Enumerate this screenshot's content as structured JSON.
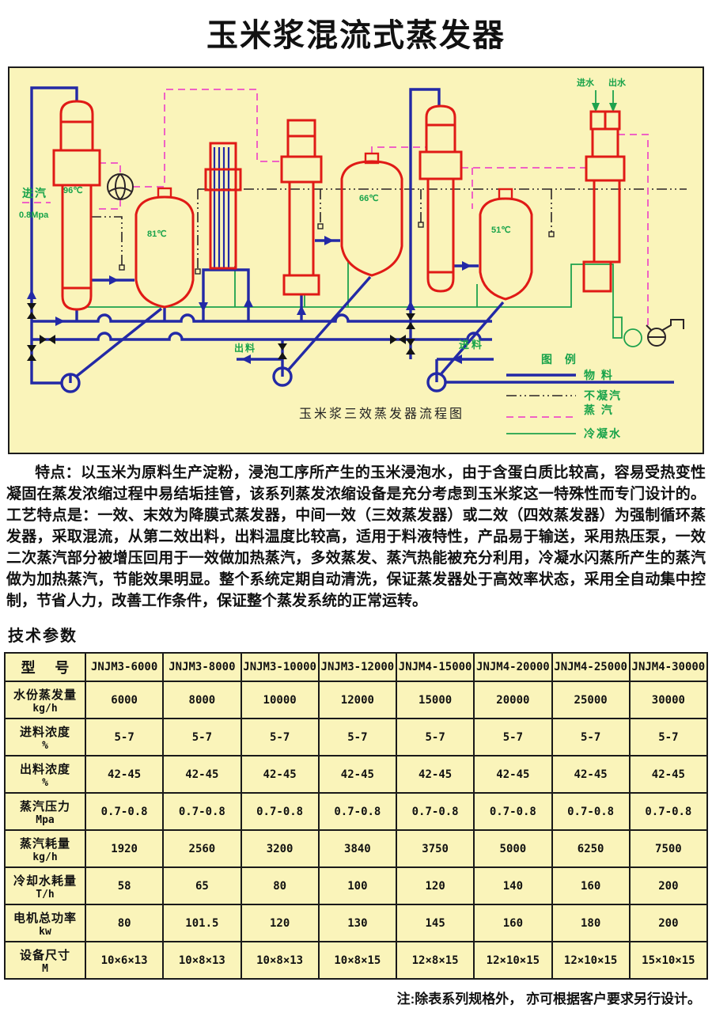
{
  "page": {
    "title": "玉米浆混流式蒸发器"
  },
  "diagram": {
    "caption": "玉米浆三效蒸发器流程图",
    "labels": {
      "steam_in": "进汽",
      "steam_pressure": "0.8Mpa",
      "temp_effect1": "96℃",
      "temp_effect2": "81℃",
      "temp_effect3": "66℃",
      "temp_effect4": "51℃",
      "water_in": "进水",
      "water_out": "出水",
      "discharge": "出料",
      "feed": "进料"
    },
    "legend": {
      "title": "图 例",
      "items": [
        {
          "label": "物 料",
          "line": "solid-blue",
          "color": "#2329a6"
        },
        {
          "label": "不凝汽",
          "line": "dashdot-black",
          "color": "#2a2326"
        },
        {
          "label": "蒸 汽",
          "line": "dashed-pink",
          "color": "#ef62c4"
        },
        {
          "label": "冷凝水",
          "line": "solid-green",
          "color": "#1ea24d"
        }
      ]
    },
    "colors": {
      "background": "#faf4ba",
      "equipment": "#e01a16",
      "material": "#2329a6",
      "steam": "#ef62c4",
      "condensate": "#1ea24d",
      "noncondensable": "#2a2326"
    }
  },
  "features": {
    "label": "特点：",
    "text": "以玉米为原料生产淀粉，浸泡工序所产生的玉米浸泡水，由于含蛋白质比较高，容易受热变性凝固在蒸发浓缩过程中易结垢挂管，该系列蒸发浓缩设备是充分考虑到玉米浆这一特殊性而专门设计的。工艺特点是：一效、末效为降膜式蒸发器，中间一效（三效蒸发器）或二效（四效蒸发器）为强制循环蒸发器，采取混流，从第二效出料，出料温度比较高，适用于料液特性，产品易于输送，采用热压泵，一效二次蒸汽部分被增压回用于一效做加热蒸汽，多效蒸发、蒸汽热能被充分利用，冷凝水闪蒸所产生的蒸汽做为加热蒸汽，节能效果明显。整个系统定期自动清洗，保证蒸发器处于高效率状态，采用全自动集中控制，节省人力，改善工作条件，保证整个蒸发系统的正常运转。"
  },
  "specs": {
    "heading": "技术参数",
    "table": {
      "param_header": "型 号",
      "models": [
        "JNJM3-6000",
        "JNJM3-8000",
        "JNJM3-10000",
        "JNJM3-12000",
        "JNJM4-15000",
        "JNJM4-20000",
        "JNJM4-25000",
        "JNJM4-30000"
      ],
      "rows": [
        {
          "param": "水份蒸发量",
          "unit": "kg/h",
          "values": [
            "6000",
            "8000",
            "10000",
            "12000",
            "15000",
            "20000",
            "25000",
            "30000"
          ]
        },
        {
          "param": "进料浓度",
          "unit": "%",
          "values": [
            "5-7",
            "5-7",
            "5-7",
            "5-7",
            "5-7",
            "5-7",
            "5-7",
            "5-7"
          ]
        },
        {
          "param": "出料浓度",
          "unit": "%",
          "values": [
            "42-45",
            "42-45",
            "42-45",
            "42-45",
            "42-45",
            "42-45",
            "42-45",
            "42-45"
          ]
        },
        {
          "param": "蒸汽压力",
          "unit": "Mpa",
          "values": [
            "0.7-0.8",
            "0.7-0.8",
            "0.7-0.8",
            "0.7-0.8",
            "0.7-0.8",
            "0.7-0.8",
            "0.7-0.8",
            "0.7-0.8"
          ]
        },
        {
          "param": "蒸汽耗量",
          "unit": "kg/h",
          "values": [
            "1920",
            "2560",
            "3200",
            "3840",
            "3750",
            "5000",
            "6250",
            "7500"
          ]
        },
        {
          "param": "冷却水耗量",
          "unit": "T/h",
          "values": [
            "58",
            "65",
            "80",
            "100",
            "120",
            "140",
            "160",
            "200"
          ]
        },
        {
          "param": "电机总功率",
          "unit": "kw",
          "values": [
            "80",
            "101.5",
            "120",
            "130",
            "145",
            "160",
            "180",
            "200"
          ]
        },
        {
          "param": "设备尺寸",
          "unit": "M",
          "values": [
            "10×6×13",
            "10×8×13",
            "10×8×13",
            "10×8×15",
            "12×8×15",
            "12×10×15",
            "12×10×15",
            "15×10×15"
          ]
        }
      ]
    },
    "note": "注:除表系列规格外， 亦可根据客户要求另行设计。"
  }
}
